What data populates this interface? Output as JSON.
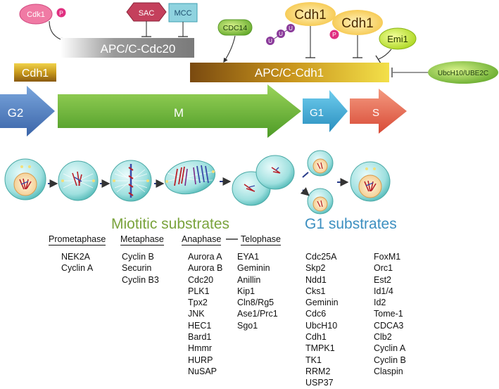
{
  "regulators": {
    "cdk1": "Cdk1",
    "p": "P",
    "sac": "SAC",
    "mcc": "MCC",
    "apc_cdc20": "APC/C-Cdc20",
    "cdc14": "CDC14",
    "cdh1_top": "Cdh1",
    "u": "U",
    "cdh1_p": "Cdh1",
    "emi1": "Emi1",
    "cdh1_left": "Cdh1",
    "apc_cdh1": "APC/C-Cdh1",
    "ubch10": "UbcH10/UBE2C"
  },
  "phases": {
    "g2": "G2",
    "m": "M",
    "g1": "G1",
    "s": "S"
  },
  "colors": {
    "g2": "#4f7fbf",
    "m": "#6db33f",
    "g1": "#3fa8d0",
    "s": "#e8634e",
    "mitotic_title": "#7aa33c",
    "g1_title": "#3c8fc0"
  },
  "mitotic": {
    "title": "Miotitic substrates",
    "prometaphase": {
      "header": "Prometaphase",
      "items": [
        "NEK2A",
        "Cyclin A"
      ]
    },
    "metaphase": {
      "header": "Metaphase",
      "items": [
        "Cyclin B",
        "Securin",
        "Cyclin B3"
      ]
    },
    "anaphase_header": "Anaphase",
    "dash": "—",
    "telophase_header": "Telophase",
    "anaphase_col1": [
      "Aurora A",
      "Aurora B",
      "Cdc20",
      "PLK1",
      "Tpx2",
      "JNK",
      "HEC1",
      "Bard1",
      "Hmmr",
      "HURP",
      "NuSAP"
    ],
    "anaphase_col2": [
      "EYA1",
      "Geminin",
      "Anillin",
      "Kip1",
      "Cln8/Rg5",
      "Ase1/Prc1",
      "Sgo1"
    ]
  },
  "g1": {
    "title": "G1 substrates",
    "col1": [
      "Cdc25A",
      "Skp2",
      "Ndd1",
      "Cks1",
      "Geminin",
      "Cdc6",
      "UbcH10",
      "Cdh1",
      "TMPK1",
      "TK1",
      "RRM2",
      "USP37"
    ],
    "col2": [
      "FoxM1",
      "Orc1",
      "Est2",
      "Id1/4",
      "Id2",
      "Tome-1",
      "CDCA3",
      "Clb2",
      "Cyclin A",
      "Cyclin B",
      "Claspin"
    ]
  }
}
